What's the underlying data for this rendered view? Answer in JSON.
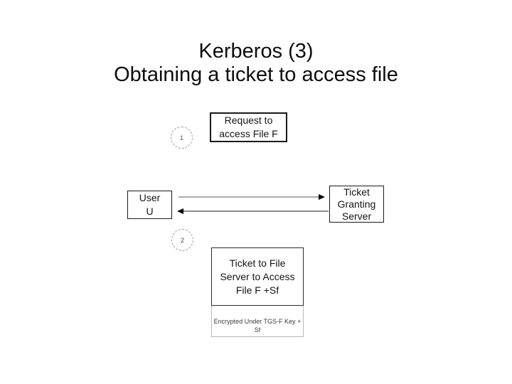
{
  "slide": {
    "title_line1": "Kerberos (3)",
    "title_line2": "Obtaining a ticket to access file"
  },
  "diagram": {
    "step1_label": "1",
    "step2_label": "2",
    "request_box_text": "Request to\naccess File F",
    "user_box_text": "User\nU",
    "tgs_box_text": "Ticket\nGranting\nServer",
    "ticket_box_text": "Ticket to File\nServer to Access\nFile F +Sf",
    "encrypted_note_text": "Encrypted Under TGS-F Key +\nSf"
  },
  "colors": {
    "background": "#ffffff",
    "text": "#111111",
    "box_border": "#1a1a1a",
    "connector_line": "#9e9e9e",
    "arrowhead": "#000000",
    "step_circle_border": "#9e9e9e",
    "note_border": "#b8b8b8"
  }
}
